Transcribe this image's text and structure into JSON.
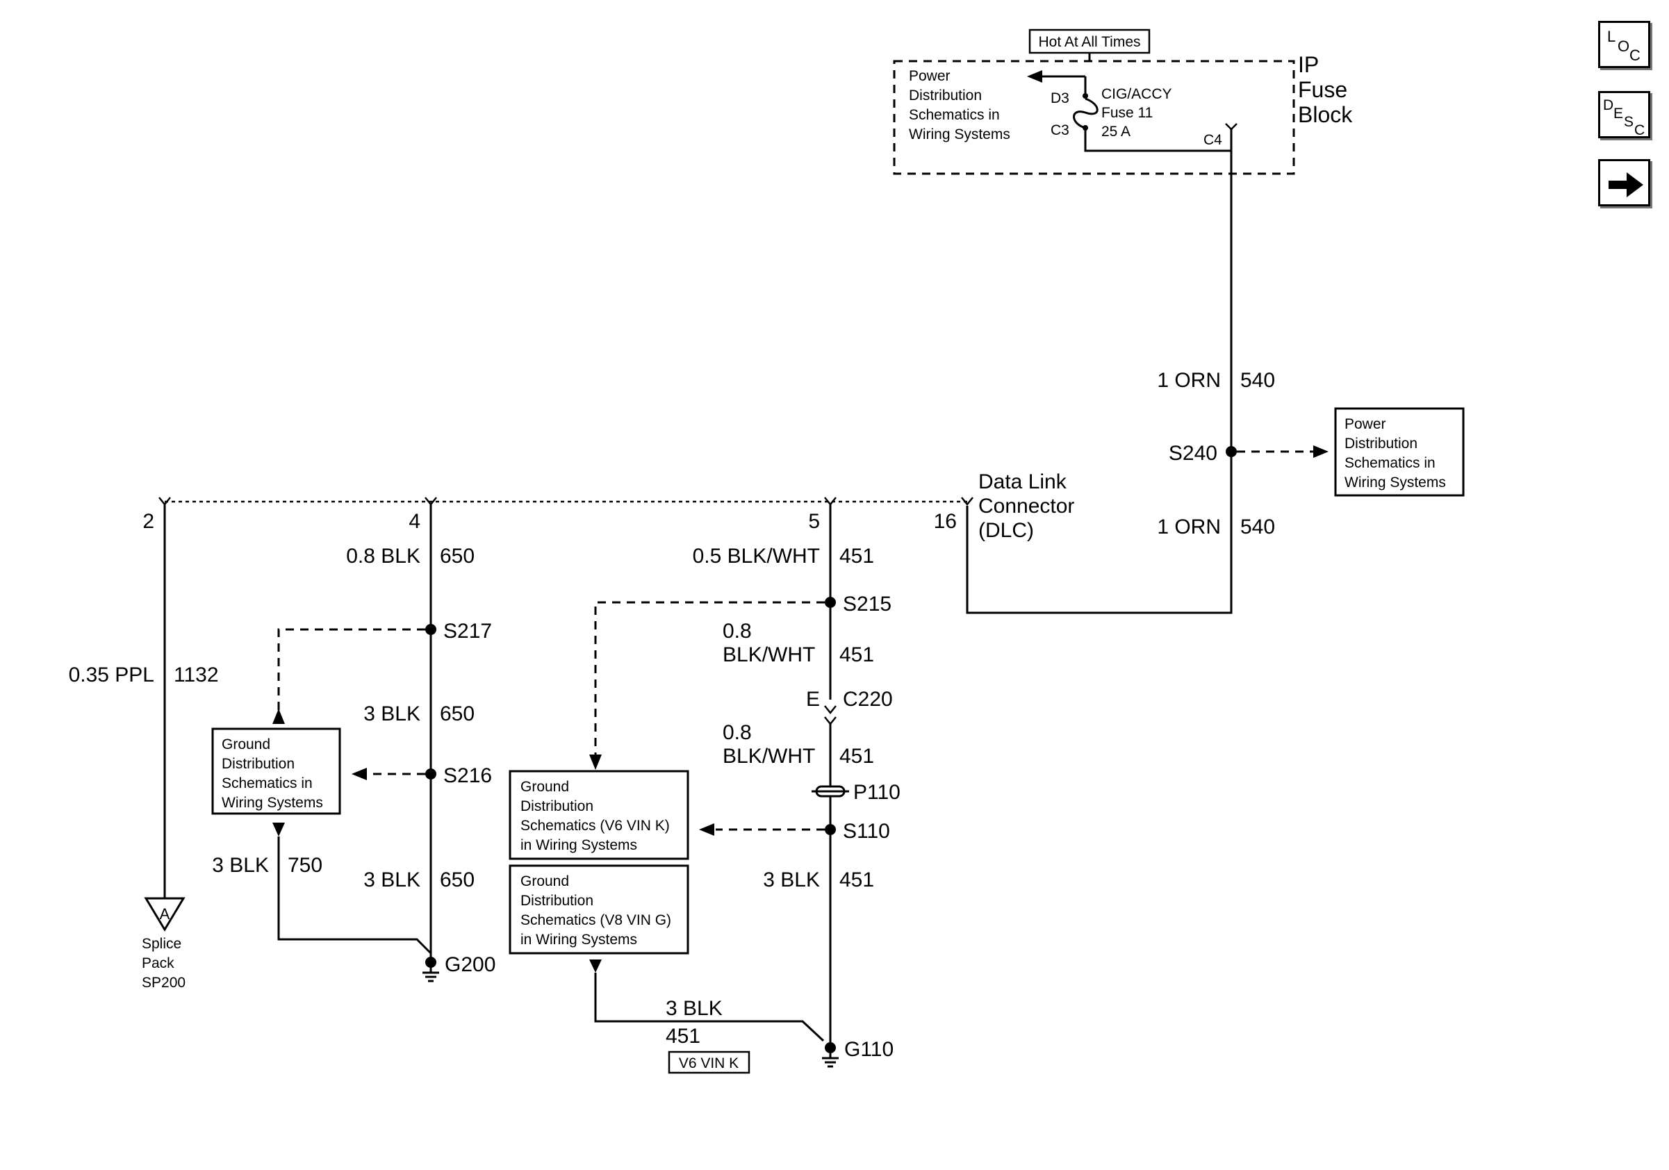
{
  "nav": {
    "loc": [
      "L",
      "O",
      "C"
    ],
    "desc": [
      "D",
      "E",
      "S",
      "C"
    ]
  },
  "fuse_block": {
    "hot_label": "Hot At All Times",
    "title": [
      "IP",
      "Fuse",
      "Block"
    ],
    "pwr_dist": [
      "Power",
      "Distribution",
      "Schematics in",
      "Wiring Systems"
    ],
    "fuse": [
      "CIG/ACCY",
      "Fuse 11",
      "25 A"
    ],
    "pins": [
      "D3",
      "C3",
      "C4"
    ]
  },
  "wires": {
    "orn_upper": [
      "1 ORN",
      "540"
    ],
    "orn_lower": [
      "1 ORN",
      "540"
    ],
    "ppl": [
      "0.35 PPL",
      "1132"
    ],
    "blk650_a": [
      "0.8 BLK",
      "650"
    ],
    "blk650_b": [
      "3 BLK",
      "650"
    ],
    "blk650_c": [
      "3 BLK",
      "650"
    ],
    "blk750": [
      "3 BLK",
      "750"
    ],
    "bw451_a": [
      "0.5 BLK/WHT",
      "451"
    ],
    "bw451_b": [
      "0.8",
      "BLK/WHT",
      "451"
    ],
    "bw451_c": [
      "0.8",
      "BLK/WHT",
      "451"
    ],
    "blk451_a": [
      "3 BLK",
      "451"
    ],
    "blk451_b": [
      "3 BLK",
      "451"
    ],
    "v6_tag": "V6 VIN K"
  },
  "splices": [
    "S240",
    "S215",
    "S217",
    "S216",
    "S110"
  ],
  "connector": {
    "label": "C220",
    "pin": "E"
  },
  "pass_through": "P110",
  "grounds": [
    "G200",
    "G110"
  ],
  "dlc": {
    "label": [
      "Data Link",
      "Connector",
      "(DLC)"
    ],
    "pins": [
      "2",
      "4",
      "5",
      "16"
    ]
  },
  "boxes": {
    "pwr_right": [
      "Power",
      "Distribution",
      "Schematics in",
      "Wiring Systems"
    ],
    "gnd_left": [
      "Ground",
      "Distribution",
      "Schematics in",
      "Wiring Systems"
    ],
    "gnd_v6": [
      "Ground",
      "Distribution",
      "Schematics (V6 VIN K)",
      "in Wiring Systems"
    ],
    "gnd_v8": [
      "Ground",
      "Distribution",
      "Schematics (V8 VIN G)",
      "in Wiring Systems"
    ]
  },
  "splice_pack": {
    "letter": "A",
    "label": [
      "Splice",
      "Pack",
      "SP200"
    ]
  }
}
